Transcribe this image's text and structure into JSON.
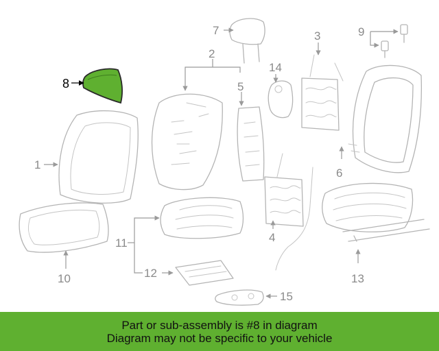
{
  "diagram": {
    "highlight_color": "#5fb030",
    "line_color": "#b4b4b4",
    "callouts": {
      "c1": "1",
      "c2": "2",
      "c3": "3",
      "c4": "4",
      "c5": "5",
      "c6": "6",
      "c7": "7",
      "c8": "8",
      "c9": "9",
      "c10": "10",
      "c11": "11",
      "c12": "12",
      "c13": "13",
      "c14": "14",
      "c15": "15"
    }
  },
  "banner": {
    "line1": "Part or sub-assembly is #8 in diagram",
    "line2": "Diagram may not be specific to your vehicle",
    "background": "#5fb030"
  }
}
